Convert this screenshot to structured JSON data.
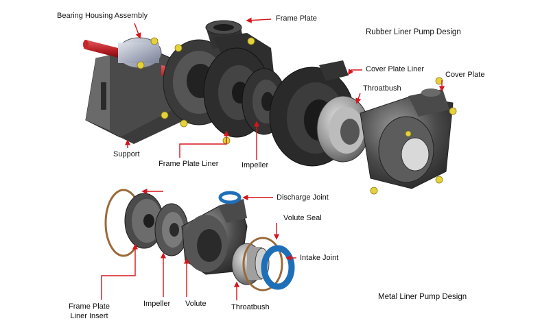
{
  "top_design": {
    "title": "Rubber Liner Pump Design",
    "labels": {
      "bearing_housing": "Bearing Housing Assernbly",
      "frame_plate": "Frame Plate",
      "cover_plate_liner": "Cover Plate Liner",
      "cover_plate": "Cover Plate",
      "throatbush": "Throatbush",
      "support": "Support",
      "frame_plate_liner": "Frame Plate Liner",
      "impeller": "Impeller"
    }
  },
  "bottom_design": {
    "title": "Metal Liner Pump Design",
    "labels": {
      "discharge_joint": "Discharge Joint",
      "volute_seal": "Volute Seal",
      "intake_joint": "Intake Joint",
      "frame_plate_liner_insert_1": "Frame Plate",
      "frame_plate_liner_insert_2": "Liner Insert",
      "impeller": "Impeller",
      "volute": "Volute",
      "throatbush": "Throatbush"
    }
  },
  "colors": {
    "leader_line": "#d9141b",
    "metal_dark": "#3a3a3a",
    "metal_mid": "#6b6b6b",
    "metal_light": "#a9a9a9",
    "bolt_yellow": "#e3d23a",
    "shaft_red": "#c8262b",
    "seal_blue": "#1f6fb8",
    "ring_copper": "#9a6a3a"
  }
}
